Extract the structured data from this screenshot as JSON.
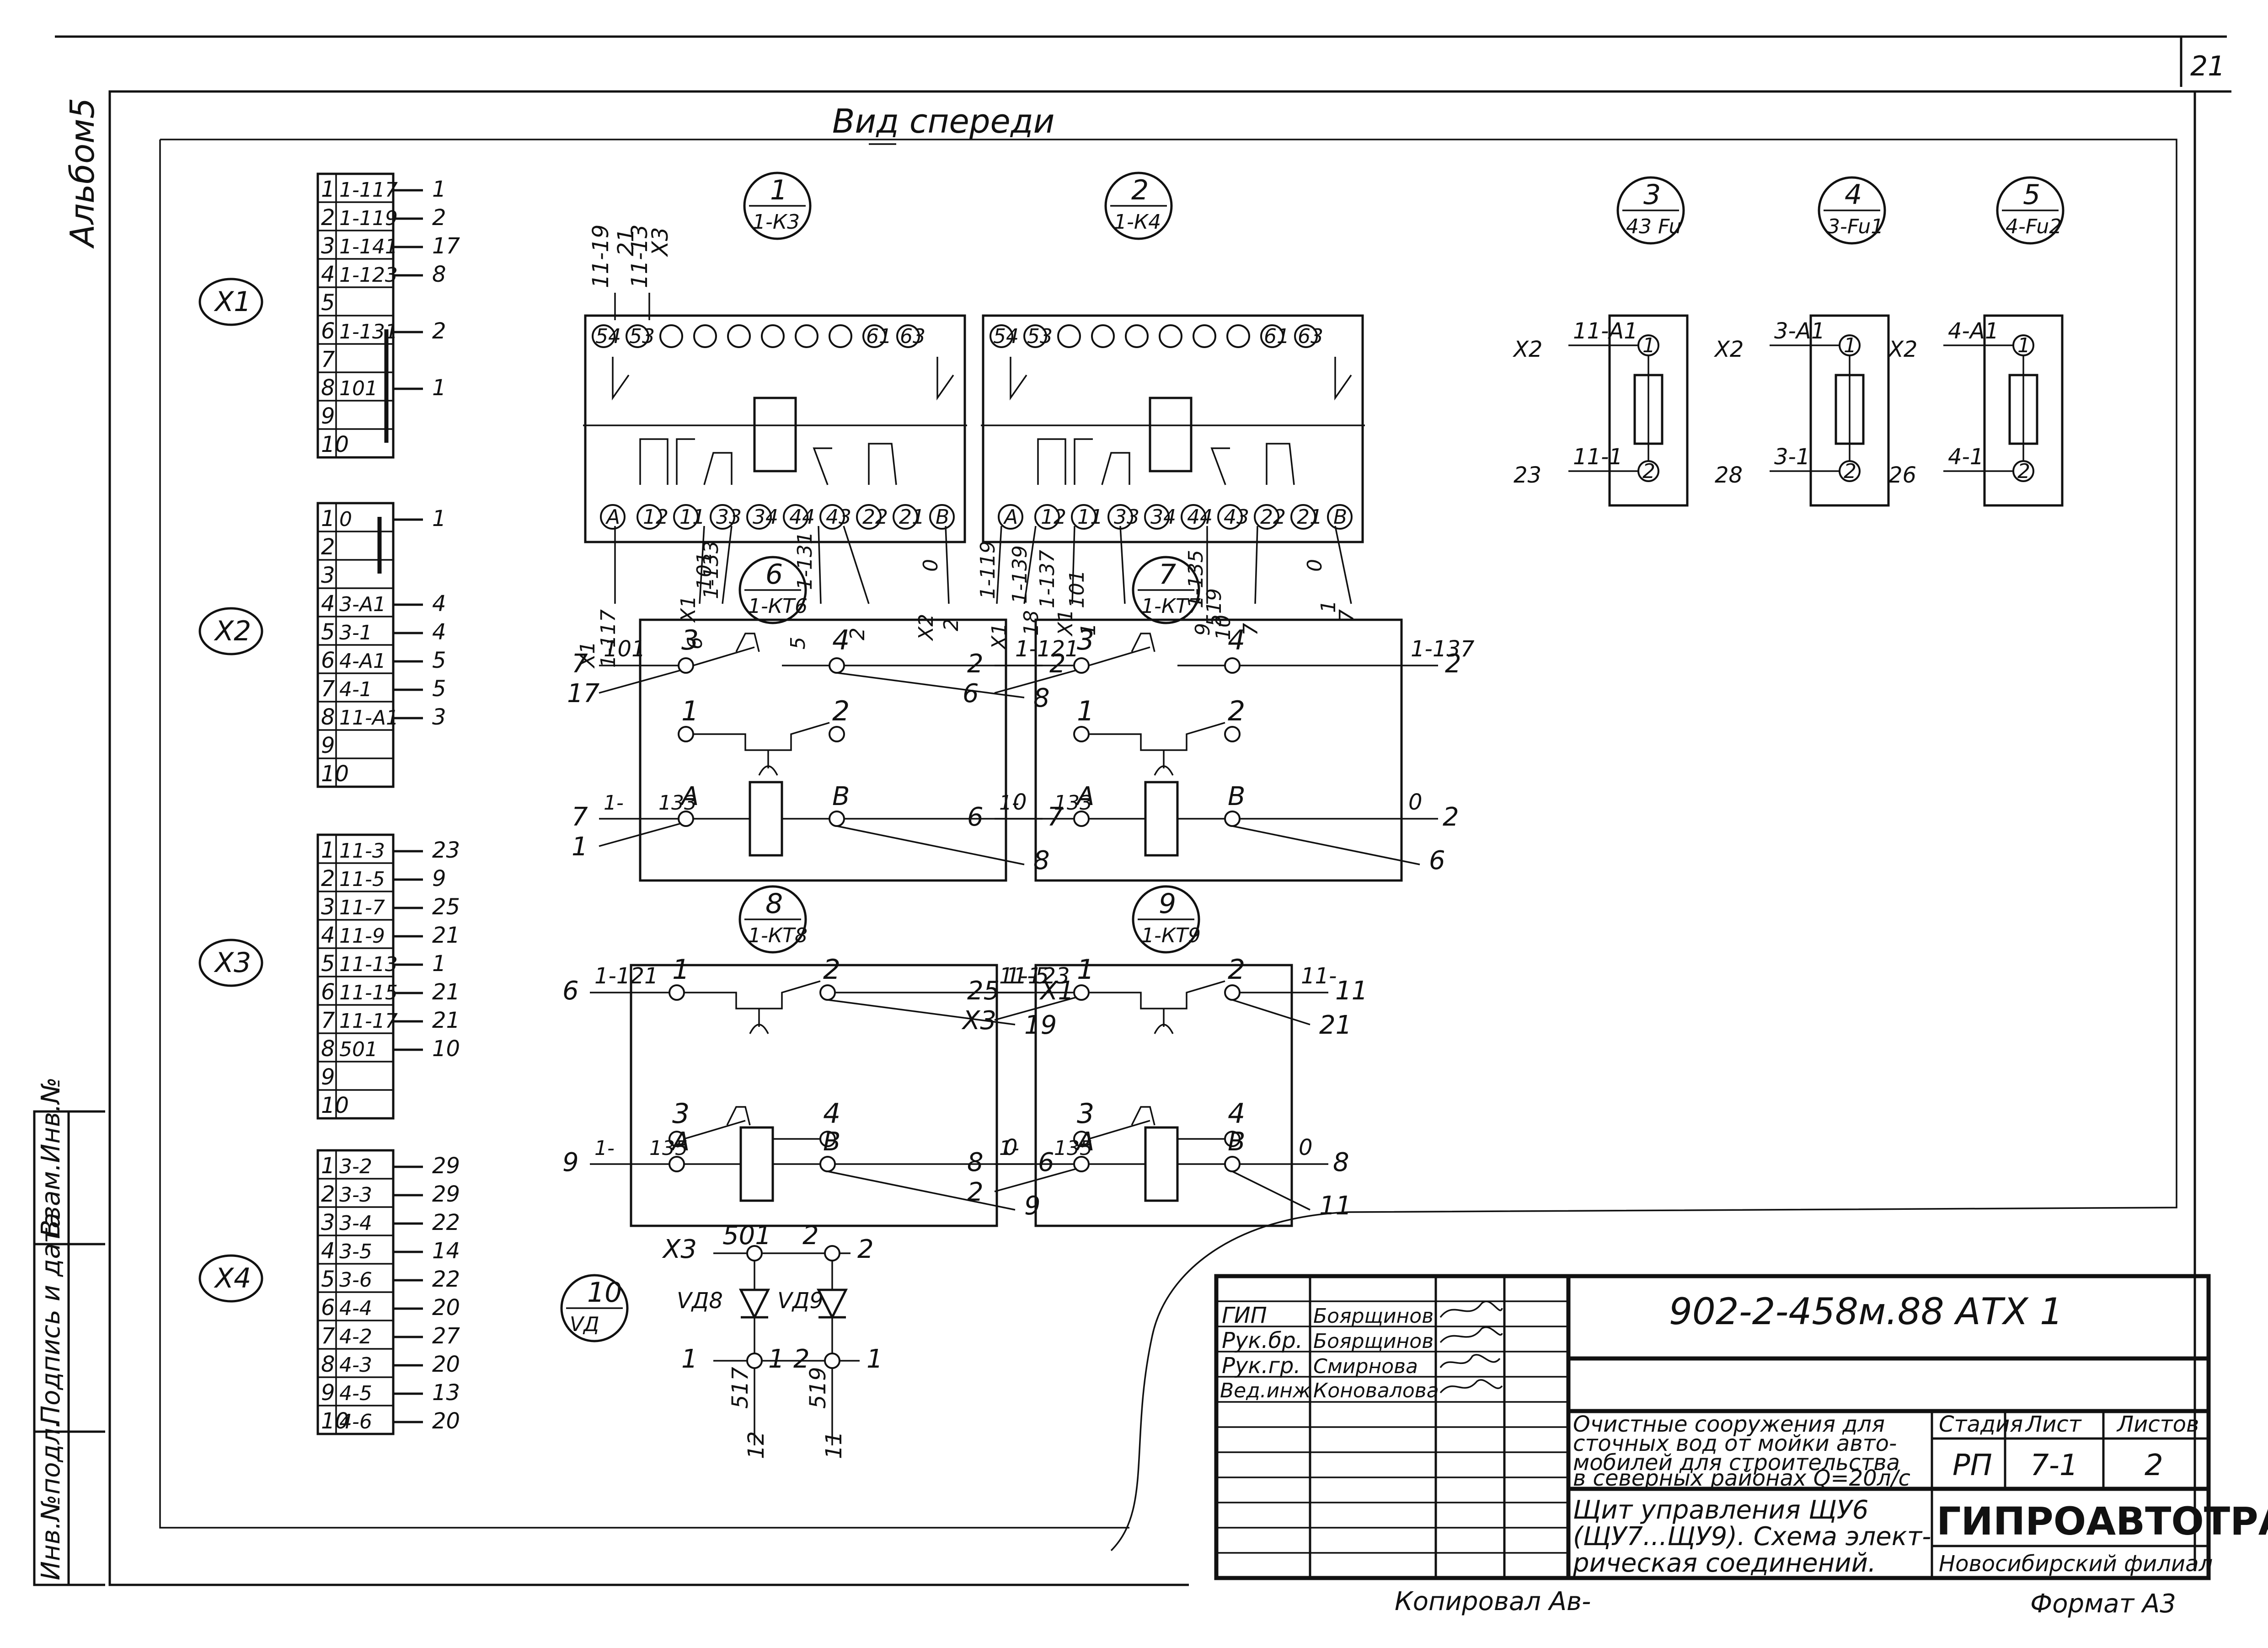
{
  "sheet": {
    "page_number": "21",
    "album_label": "Альбом5",
    "view_title": "Вид  спереди",
    "copied_by": "Копировал  Ав-",
    "format": "Формат А3",
    "left_stamp": [
      "Инв.№подл.",
      "Подпись и дата",
      "Взам.Инв.№"
    ]
  },
  "terminal_blocks": [
    {
      "name": "X1",
      "rows": [
        {
          "n": "1",
          "w": "1-117",
          "o": "1"
        },
        {
          "n": "2",
          "w": "1-119",
          "o": "2"
        },
        {
          "n": "3",
          "w": "1-141",
          "o": "17"
        },
        {
          "n": "4",
          "w": "1-123",
          "o": "8"
        },
        {
          "n": "5",
          "w": "",
          "o": ""
        },
        {
          "n": "6",
          "w": "1-131",
          "o": "2"
        },
        {
          "n": "7",
          "w": "",
          "o": ""
        },
        {
          "n": "8",
          "w": "101",
          "o": "1"
        },
        {
          "n": "9",
          "w": "",
          "o": ""
        },
        {
          "n": "10",
          "w": "",
          "o": ""
        }
      ]
    },
    {
      "name": "X2",
      "rows": [
        {
          "n": "1",
          "w": "0",
          "o": "1"
        },
        {
          "n": "2",
          "w": "",
          "o": ""
        },
        {
          "n": "3",
          "w": "",
          "o": ""
        },
        {
          "n": "4",
          "w": "3-А1",
          "o": "4"
        },
        {
          "n": "5",
          "w": "3-1",
          "o": "4"
        },
        {
          "n": "6",
          "w": "4-А1",
          "o": "5"
        },
        {
          "n": "7",
          "w": "4-1",
          "o": "5"
        },
        {
          "n": "8",
          "w": "11-А1",
          "o": "3"
        },
        {
          "n": "9",
          "w": "",
          "o": ""
        },
        {
          "n": "10",
          "w": "",
          "o": ""
        }
      ]
    },
    {
      "name": "X3",
      "rows": [
        {
          "n": "1",
          "w": "11-3",
          "o": "23"
        },
        {
          "n": "2",
          "w": "11-5",
          "o": "9"
        },
        {
          "n": "3",
          "w": "11-7",
          "o": "25"
        },
        {
          "n": "4",
          "w": "11-9",
          "o": "21"
        },
        {
          "n": "5",
          "w": "11-13",
          "o": "1"
        },
        {
          "n": "6",
          "w": "11-15",
          "o": "21"
        },
        {
          "n": "7",
          "w": "11-17",
          "o": "21"
        },
        {
          "n": "8",
          "w": "501",
          "o": "10"
        },
        {
          "n": "9",
          "w": "",
          "o": ""
        },
        {
          "n": "10",
          "w": "",
          "o": ""
        }
      ]
    },
    {
      "name": "X4",
      "rows": [
        {
          "n": "1",
          "w": "3-2",
          "o": "29"
        },
        {
          "n": "2",
          "w": "3-3",
          "o": "29"
        },
        {
          "n": "3",
          "w": "3-4",
          "o": "22"
        },
        {
          "n": "4",
          "w": "3-5",
          "o": "14"
        },
        {
          "n": "5",
          "w": "3-6",
          "o": "22"
        },
        {
          "n": "6",
          "w": "4-4",
          "o": "20"
        },
        {
          "n": "7",
          "w": "4-2",
          "o": "27"
        },
        {
          "n": "8",
          "w": "4-3",
          "o": "20"
        },
        {
          "n": "9",
          "w": "4-5",
          "o": "13"
        },
        {
          "n": "10",
          "w": "4-6",
          "o": "20"
        }
      ]
    }
  ],
  "components": [
    {
      "num": "1",
      "ref": "1-К3"
    },
    {
      "num": "2",
      "ref": "1-К4"
    },
    {
      "num": "3",
      "ref": "43 Fu"
    },
    {
      "num": "4",
      "ref": "3-Fu1"
    },
    {
      "num": "5",
      "ref": "4-Fu2"
    },
    {
      "num": "6",
      "ref": "1-КТ6"
    },
    {
      "num": "7",
      "ref": "1-КТ7"
    },
    {
      "num": "8",
      "ref": "1-КТ8"
    },
    {
      "num": "9",
      "ref": "1-КТ9"
    },
    {
      "num": "10",
      "ref": "VД"
    }
  ],
  "relay1": {
    "top_pins": [
      "54",
      "53",
      "61",
      "63"
    ],
    "bottom_pins": [
      "A",
      "12",
      "11",
      "33",
      "34",
      "44",
      "43",
      "22",
      "21",
      "B"
    ],
    "top_wires": [
      "11-19",
      "21",
      "11-13",
      "X3"
    ],
    "bottom_wires": [
      "1-117",
      "X1",
      "101",
      "X1",
      "6",
      "1-133",
      "5",
      "1-131",
      "2",
      "0",
      "X2",
      "2"
    ]
  },
  "relay2": {
    "top_pins": [
      "54",
      "53",
      "61",
      "63"
    ],
    "bottom_pins": [
      "A",
      "12",
      "11",
      "33",
      "34",
      "44",
      "43",
      "22",
      "21",
      "B"
    ],
    "bottom_wires": [
      "1-119",
      "X1",
      "1-139",
      "18",
      "1-137",
      "X1",
      "101",
      "1",
      "1-135",
      "9",
      "519",
      "10",
      "7",
      "0",
      "1",
      "7"
    ]
  },
  "fuses": [
    {
      "top": "11-А1",
      "bottom": "11-1",
      "left_top": "X2",
      "left_bottom": "23",
      "p1": "1",
      "p2": "2"
    },
    {
      "top": "3-А1",
      "bottom": "3-1",
      "left_top": "X2",
      "left_bottom": "28",
      "p1": "1",
      "p2": "2"
    },
    {
      "top": "4-А1",
      "bottom": "4-1",
      "left_top": "X2",
      "left_bottom": "26",
      "p1": "1",
      "p2": "2"
    }
  ],
  "timer6": {
    "l_top": "7",
    "l_top_w": "101",
    "l_top2": "17",
    "p3": "3",
    "p4": "4",
    "r_top_w": "1-121",
    "r_top": "2",
    "r_top2": "8",
    "p1": "1",
    "p2": "2",
    "l_coil": "7",
    "l_coil_w": "1-",
    "coil_a": "133",
    "A": "А",
    "B": "В",
    "l_coil2": "1",
    "r_coil_w": "0",
    "r_coil": "7",
    "r_coil2": "8"
  },
  "timer7": {
    "l_top": "2",
    "l_top2": "6",
    "p3": "3",
    "p4": "4",
    "r_top_w": "1-137",
    "r_top": "2",
    "p1": "1",
    "p2": "2",
    "l_coil": "6",
    "l_coil_w": "1-",
    "coil_a": "133",
    "A": "А",
    "B": "В",
    "r_coil_w": "0",
    "r_coil": "2",
    "r_coil2": "6"
  },
  "timer8": {
    "l_top": "6",
    "l_top_w": "1-121",
    "p1": "1",
    "p2": "2",
    "r_top_w": "1-123",
    "r_top": "X1",
    "r_top2": "19",
    "p3": "3",
    "p4": "4",
    "l_coil": "9",
    "l_coil_w": "1-",
    "coil_a": "135",
    "A": "А",
    "B": "В",
    "r_coil_w": "0",
    "r_coil": "6",
    "r_coil2": "9"
  },
  "timer9": {
    "p1": "1",
    "p2": "2",
    "l_top": "25",
    "l_top2": "X3",
    "l_top_w": "11-5",
    "p3": "3",
    "p4": "4",
    "r_top_w": "11-",
    "r_top": "11",
    "r_top2": "21",
    "l_coil": "8",
    "l_coil2": "2",
    "l_coil_w": "1-",
    "coil_a": "135",
    "A": "А",
    "B": "В",
    "r_coil_w": "0",
    "r_coil": "8",
    "r_coil2": "11"
  },
  "diodes": {
    "src": "X3",
    "src_w": "501",
    "n2": "2",
    "n2b": "2",
    "d8": "VД8",
    "d9": "VД9",
    "l1": "1",
    "l2": "1",
    "l3": "2",
    "r1": "1",
    "w517": "517",
    "w519": "519",
    "b12": "12",
    "b11": "11"
  },
  "title_block": {
    "doc_code": "902-2-458м.88  АТХ 1",
    "roles": [
      "ГИП",
      "Рук.бр.",
      "Рук.гр.",
      "Вед.инж"
    ],
    "names": [
      "Боярщинов",
      "Боярщинов",
      "Смирнова",
      "Коновалова"
    ],
    "project": [
      "Очистные сооружения для",
      "сточных вод от мойки авто-",
      "мобилей для строительства",
      "в северных районах Q=20л/с"
    ],
    "stage_h": "Стадия",
    "sheet_h": "Лист",
    "sheets_h": "Листов",
    "stage": "РП",
    "sheet": "7-1",
    "sheets": "2",
    "drawing": [
      "Щит управления ЩУ6",
      "(ЩУ7...ЩУ9). Схема элект-",
      "рическая соединений."
    ],
    "org": "ГИПРОАВТОТРАНС",
    "branch": "Новосибирский филиал"
  }
}
